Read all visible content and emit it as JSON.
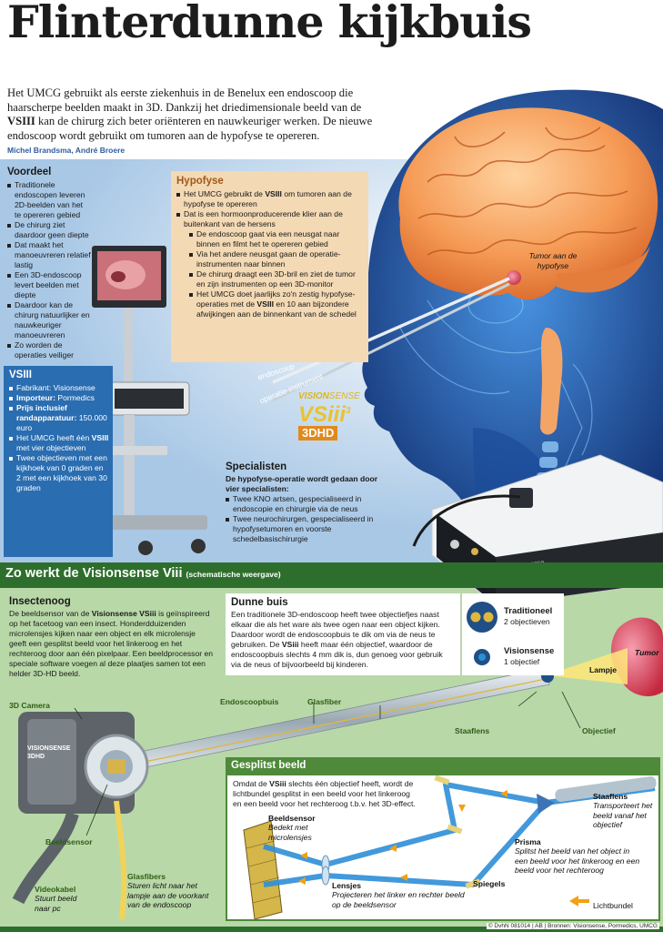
{
  "title": "Flinterdunne kijkbuis",
  "intro": [
    {
      "t": "Het UMCG gebruikt als eerste ziekenhuis in de Benelux een endoscoop die haarscherpe beelden maakt in 3D. Dankzij het driedimensionale beeld van de ",
      "b": false
    },
    {
      "t": "VSIII",
      "b": true
    },
    {
      "t": " kan de chirurg zich beter oriënteren en nauwkeuriger werken. De nieuwe endoscoop wordt gebruikt om tumoren aan de hypofyse te opereren.",
      "b": false
    }
  ],
  "byline": "Michel Brandsma, André Broere",
  "voordeel": {
    "heading": "Voordeel",
    "items": [
      "Traditionele endoscopen leveren 2D-beelden van het te opereren gebied",
      "De chirurg ziet daardoor geen diepte",
      "Dat maakt het manoeuvreren relatief lastig",
      "Een 3D-endoscoop levert beelden met diepte",
      "Daardoor kan de chirurg natuurlijker en nauwkeuriger manoeuvreren",
      "Zo worden de operaties veiliger"
    ]
  },
  "hypofyse": {
    "heading": "Hypofyse",
    "items": [
      {
        "parts": [
          {
            "t": "Het UMCG gebruikt de ",
            "b": false
          },
          {
            "t": "VSIII",
            "b": true
          },
          {
            "t": " om tumoren aan de hypofyse te opereren",
            "b": false
          }
        ],
        "sub": false
      },
      {
        "parts": [
          {
            "t": "Dat is een hormoonproducerende klier aan de buitenkant van de hersens",
            "b": false
          }
        ],
        "sub": false
      },
      {
        "parts": [
          {
            "t": "De endoscoop gaat via een neusgat naar binnen en filmt het te opereren gebied",
            "b": false
          }
        ],
        "sub": true
      },
      {
        "parts": [
          {
            "t": "Via het andere neusgat gaan de operatie-instrumenten naar binnen",
            "b": false
          }
        ],
        "sub": true
      },
      {
        "parts": [
          {
            "t": "De chirurg draagt een 3D-bril en ziet de tumor en zijn instrumenten op een 3D-monitor",
            "b": false
          }
        ],
        "sub": true
      },
      {
        "parts": [
          {
            "t": "Het UMCG doet jaarlijks zo'n zestig hypofyse-operaties met de ",
            "b": false
          },
          {
            "t": "VSIII",
            "b": true
          },
          {
            "t": " en 10 aan bijzondere afwijkingen aan de binnenkant van de schedel",
            "b": false
          }
        ],
        "sub": true
      }
    ]
  },
  "vsiii_box": {
    "heading": "VSIII",
    "items": [
      {
        "parts": [
          {
            "t": "Fabrikant: Visionsense",
            "b": false
          }
        ]
      },
      {
        "parts": [
          {
            "t": "Importeur:",
            "b": true
          },
          {
            "t": " Pormedics",
            "b": false
          }
        ]
      },
      {
        "parts": [
          {
            "t": "Prijs inclusief randapparatuur:",
            "b": true
          },
          {
            "t": " 150.000 euro",
            "b": false
          }
        ]
      },
      {
        "parts": [
          {
            "t": "Het UMCG heeft één ",
            "b": false
          },
          {
            "t": "VSIII",
            "b": true
          },
          {
            "t": " met vier objectieven",
            "b": false
          }
        ]
      },
      {
        "parts": [
          {
            "t": "Twee objectieven met een kijkhoek van 0 graden en 2 met een kijkhoek van 30 graden",
            "b": false
          }
        ]
      }
    ]
  },
  "specialisten": {
    "heading": "Specialisten",
    "sub": "De hypofyse-operatie wordt gedaan door vier specialisten:",
    "items": [
      "Twee KNO artsen, gespecialiseerd in endoscopie en chirurgie via de neus",
      "Twee neurochirurgen, gespecialiseerd in hypofysetumoren en voorste schedelbasischirurgie"
    ]
  },
  "brain_labels": {
    "tumor": "Tumor aan de hypofyse",
    "endoscoop": "endoscoop",
    "instrument": "operatie-instrument"
  },
  "logo": {
    "brand1": "VISION",
    "brand2": "SENSE",
    "model": "VSiii",
    "sup": "3",
    "hd": "3DHD"
  },
  "device_brand": "visionsense",
  "band": {
    "title": "Zo werkt de Visionsense Viii",
    "sub": "(schematische weergave)"
  },
  "insectenoog": {
    "heading": "Insectenoog",
    "parts": [
      {
        "t": "De beeldsensor van de ",
        "b": false
      },
      {
        "t": "Visionsense VSiii",
        "b": true
      },
      {
        "t": " is geïnspireerd op het facetoog van een insect. Honderdduizenden microlensjes kijken naar een object en elk microlensje geeft een gesplitst beeld voor het linkeroog en het rechteroog door aan één pixelpaar. Een beeldprocessor en speciale software voegen al deze plaatjes samen tot een helder 3D-HD beeld.",
        "b": false
      }
    ]
  },
  "dunne_buis": {
    "heading": "Dunne buis",
    "parts": [
      {
        "t": "Een traditionele 3D-endoscoop heeft twee objectiefjes naast elkaar die als het ware als twee ogen naar een object kijken. Daardoor wordt de endoscoopbuis te dik om via de neus te gebruiken. De ",
        "b": false
      },
      {
        "t": "VSiii",
        "b": true
      },
      {
        "t": " heeft maar één objectief, waardoor de endoscoopbuis slechts 4 mm dik is, dun genoeg voor gebruik via de neus of bijvoorbeeld bij kinderen.",
        "b": false
      }
    ]
  },
  "lens_compare": [
    {
      "label": "Traditioneel",
      "note": "2 objectieven"
    },
    {
      "label": "Visionsense",
      "note": "1 objectief"
    }
  ],
  "scope_labels": {
    "camera": "3D Camera",
    "camera_brand1": "VISIONSENSE",
    "camera_brand2": "3DHD",
    "tube": "Endoscoopbuis",
    "glasfiber": "Glasfiber",
    "staaflens": "Staaflens",
    "objectief": "Objectief",
    "lampje": "Lampje",
    "tumor": "Tumor",
    "beeldsensor": "Beeldsensor",
    "videokabel": "Videokabel",
    "videokabel_note": "Stuurt beeld naar pc",
    "glasfibers": "Glasfibers",
    "glasfibers_note": "Sturen licht naar het lampje aan de voorkant van de endoscoop"
  },
  "gesplitst": {
    "heading": "Gesplitst beeld",
    "parts": [
      {
        "t": "Omdat de ",
        "b": false
      },
      {
        "t": "VSiii",
        "b": true
      },
      {
        "t": " slechts één objectief heeft, wordt de lichtbundel gesplitst in een beeld voor het linkeroog en een beeld voor het rechteroog t.b.v. het 3D-effect.",
        "b": false
      }
    ],
    "staaflens": "Staaflens",
    "staaflens_note": "Transporteert het beeld vanaf het objectief",
    "prisma": "Prisma",
    "prisma_note": "Splitst het beeld van het object in een beeld voor het linkeroog en een beeld voor het rechteroog",
    "beeldsensor": "Beeldsensor",
    "beeldsensor_note": "Bedekt met microlensjes",
    "spiegels": "Spiegels",
    "lensjes": "Lensjes",
    "lensjes_note": "Projecteren het linker en rechter beeld op de beeldsensor",
    "legend": "Lichtbundel"
  },
  "credit": "© DvhN 081014 | AB | Bronnen: Visionsense, Pormedics, UMCG"
}
